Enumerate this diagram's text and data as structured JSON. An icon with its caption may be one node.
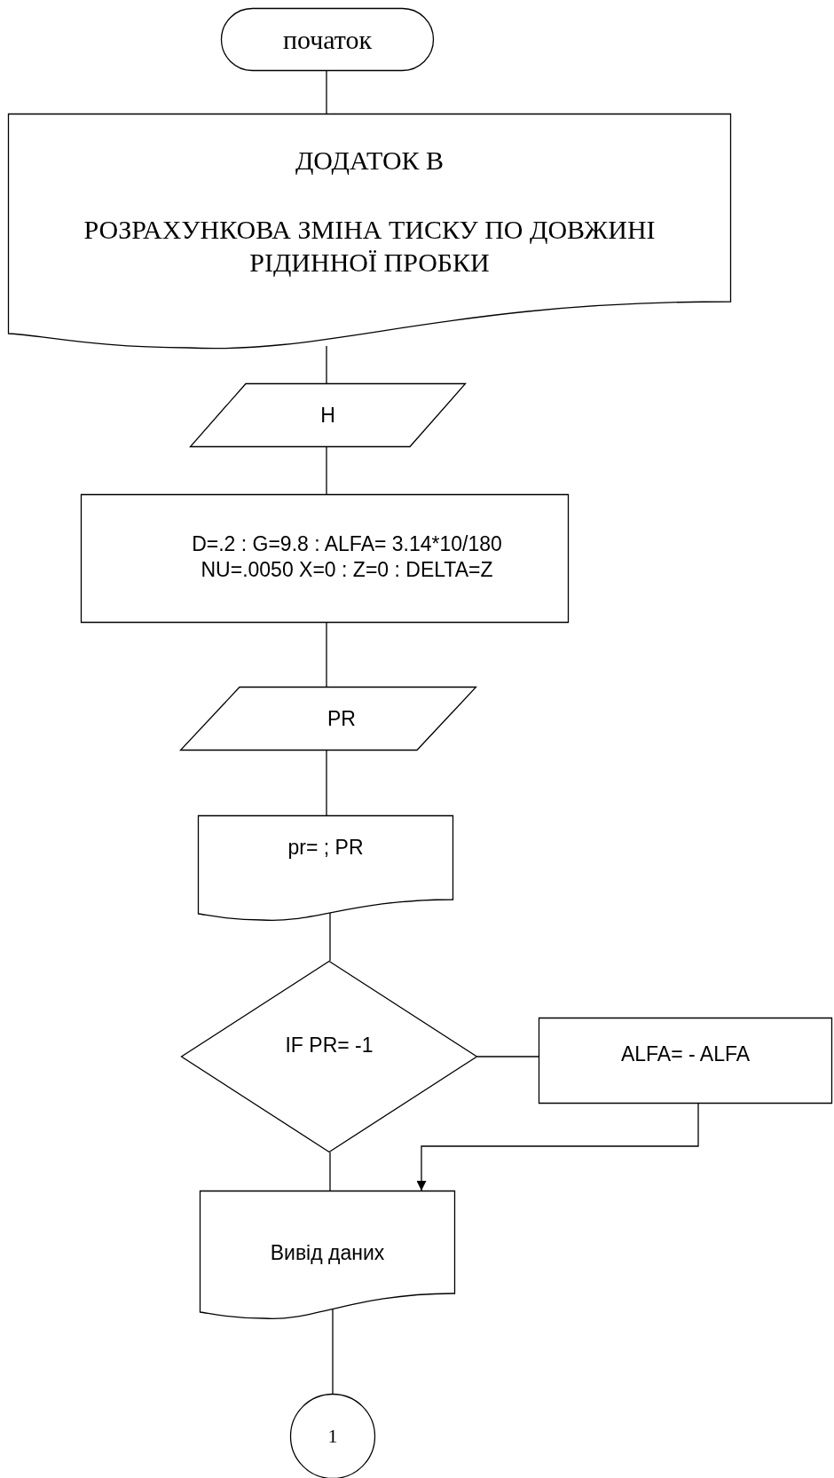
{
  "diagram": {
    "nodes": [
      {
        "text": [
          "початок"
        ]
      },
      {
        "text": [
          "ДОДАТОК В",
          "РОЗРАХУНКОВА ЗМІНА ТИСКУ ПО ДОВЖИНІ РІДИННОЇ ПРОБКИ"
        ]
      },
      {
        "text": [
          "H"
        ]
      },
      {
        "text": [
          "D=.2 : G=9.8 : ALFA= 3.14*10/180 NU=.0050 X=0 : Z=0 : DELTA=Z"
        ]
      },
      {
        "text": [
          "PR"
        ]
      },
      {
        "text": [
          "pr= ; PR"
        ]
      },
      {
        "text": [
          "IF PR= -1"
        ]
      },
      {
        "text": [
          "ALFA= - ALFA"
        ]
      },
      {
        "text": [
          "Вивід даних"
        ]
      },
      {
        "text": [
          "1"
        ]
      }
    ],
    "edges": [
      {
        "from": 0,
        "to": 1,
        "arrow": "none"
      },
      {
        "from": 1,
        "to": 2,
        "arrow": "none"
      },
      {
        "from": 2,
        "to": 3,
        "arrow": "none"
      },
      {
        "from": 3,
        "to": 4,
        "arrow": "none"
      },
      {
        "from": 4,
        "to": 5,
        "arrow": "none"
      },
      {
        "from": 5,
        "to": 6,
        "arrow": "none"
      },
      {
        "from": 6,
        "to": 7,
        "arrow": "none"
      },
      {
        "from": 6,
        "to": 8,
        "arrow": "none"
      },
      {
        "from": 7,
        "to": 8,
        "arrow": "to"
      },
      {
        "from": 8,
        "to": 9,
        "arrow": "none"
      }
    ]
  }
}
